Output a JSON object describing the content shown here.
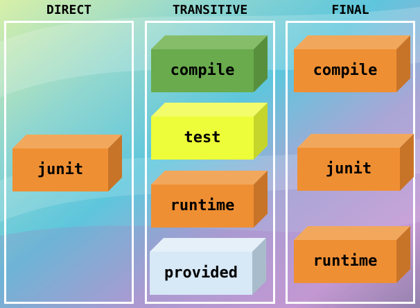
{
  "columns": [
    {
      "title": "DIRECT",
      "boxes": [
        {
          "label": "junit",
          "color": "orange"
        }
      ]
    },
    {
      "title": "TRANSITIVE",
      "boxes": [
        {
          "label": "compile",
          "color": "green"
        },
        {
          "label": "test",
          "color": "yellow"
        },
        {
          "label": "runtime",
          "color": "orange"
        },
        {
          "label": "provided",
          "color": "lightblue"
        }
      ]
    },
    {
      "title": "FINAL",
      "boxes": [
        {
          "label": "compile",
          "color": "orange"
        },
        {
          "label": "junit",
          "color": "orange"
        },
        {
          "label": "runtime",
          "color": "orange"
        }
      ]
    }
  ],
  "palette": {
    "orange": {
      "front": "#ef8f33",
      "top": "#f2a85c",
      "side": "#c87428"
    },
    "green": {
      "front": "#69ab4d",
      "top": "#86bd69",
      "side": "#578f3c"
    },
    "yellow": {
      "front": "#edfd3a",
      "top": "#f3fd6b",
      "side": "#c6d52c"
    },
    "lightblue": {
      "front": "#d7e8f6",
      "top": "#e6f0f9",
      "side": "#a9bccb"
    }
  }
}
